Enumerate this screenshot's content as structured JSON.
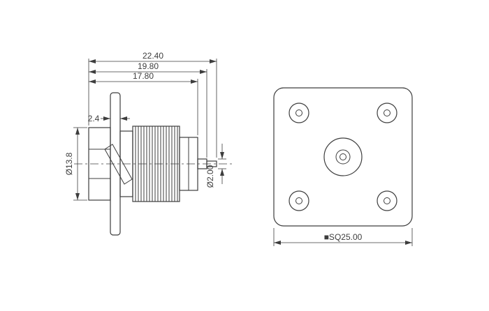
{
  "style": {
    "line_color": "#3d3d3d",
    "background_color": "#ffffff"
  },
  "side_view": {
    "dim_overall_length": "22.40",
    "dim_mid_length": "19.80",
    "dim_body_length": "17.80",
    "dim_flange_thickness": "2.4",
    "dim_body_diameter": "Ø13.8",
    "dim_pin_diameter": "Ø2.00"
  },
  "front_view": {
    "dim_flange_square": "■SQ25.00"
  }
}
